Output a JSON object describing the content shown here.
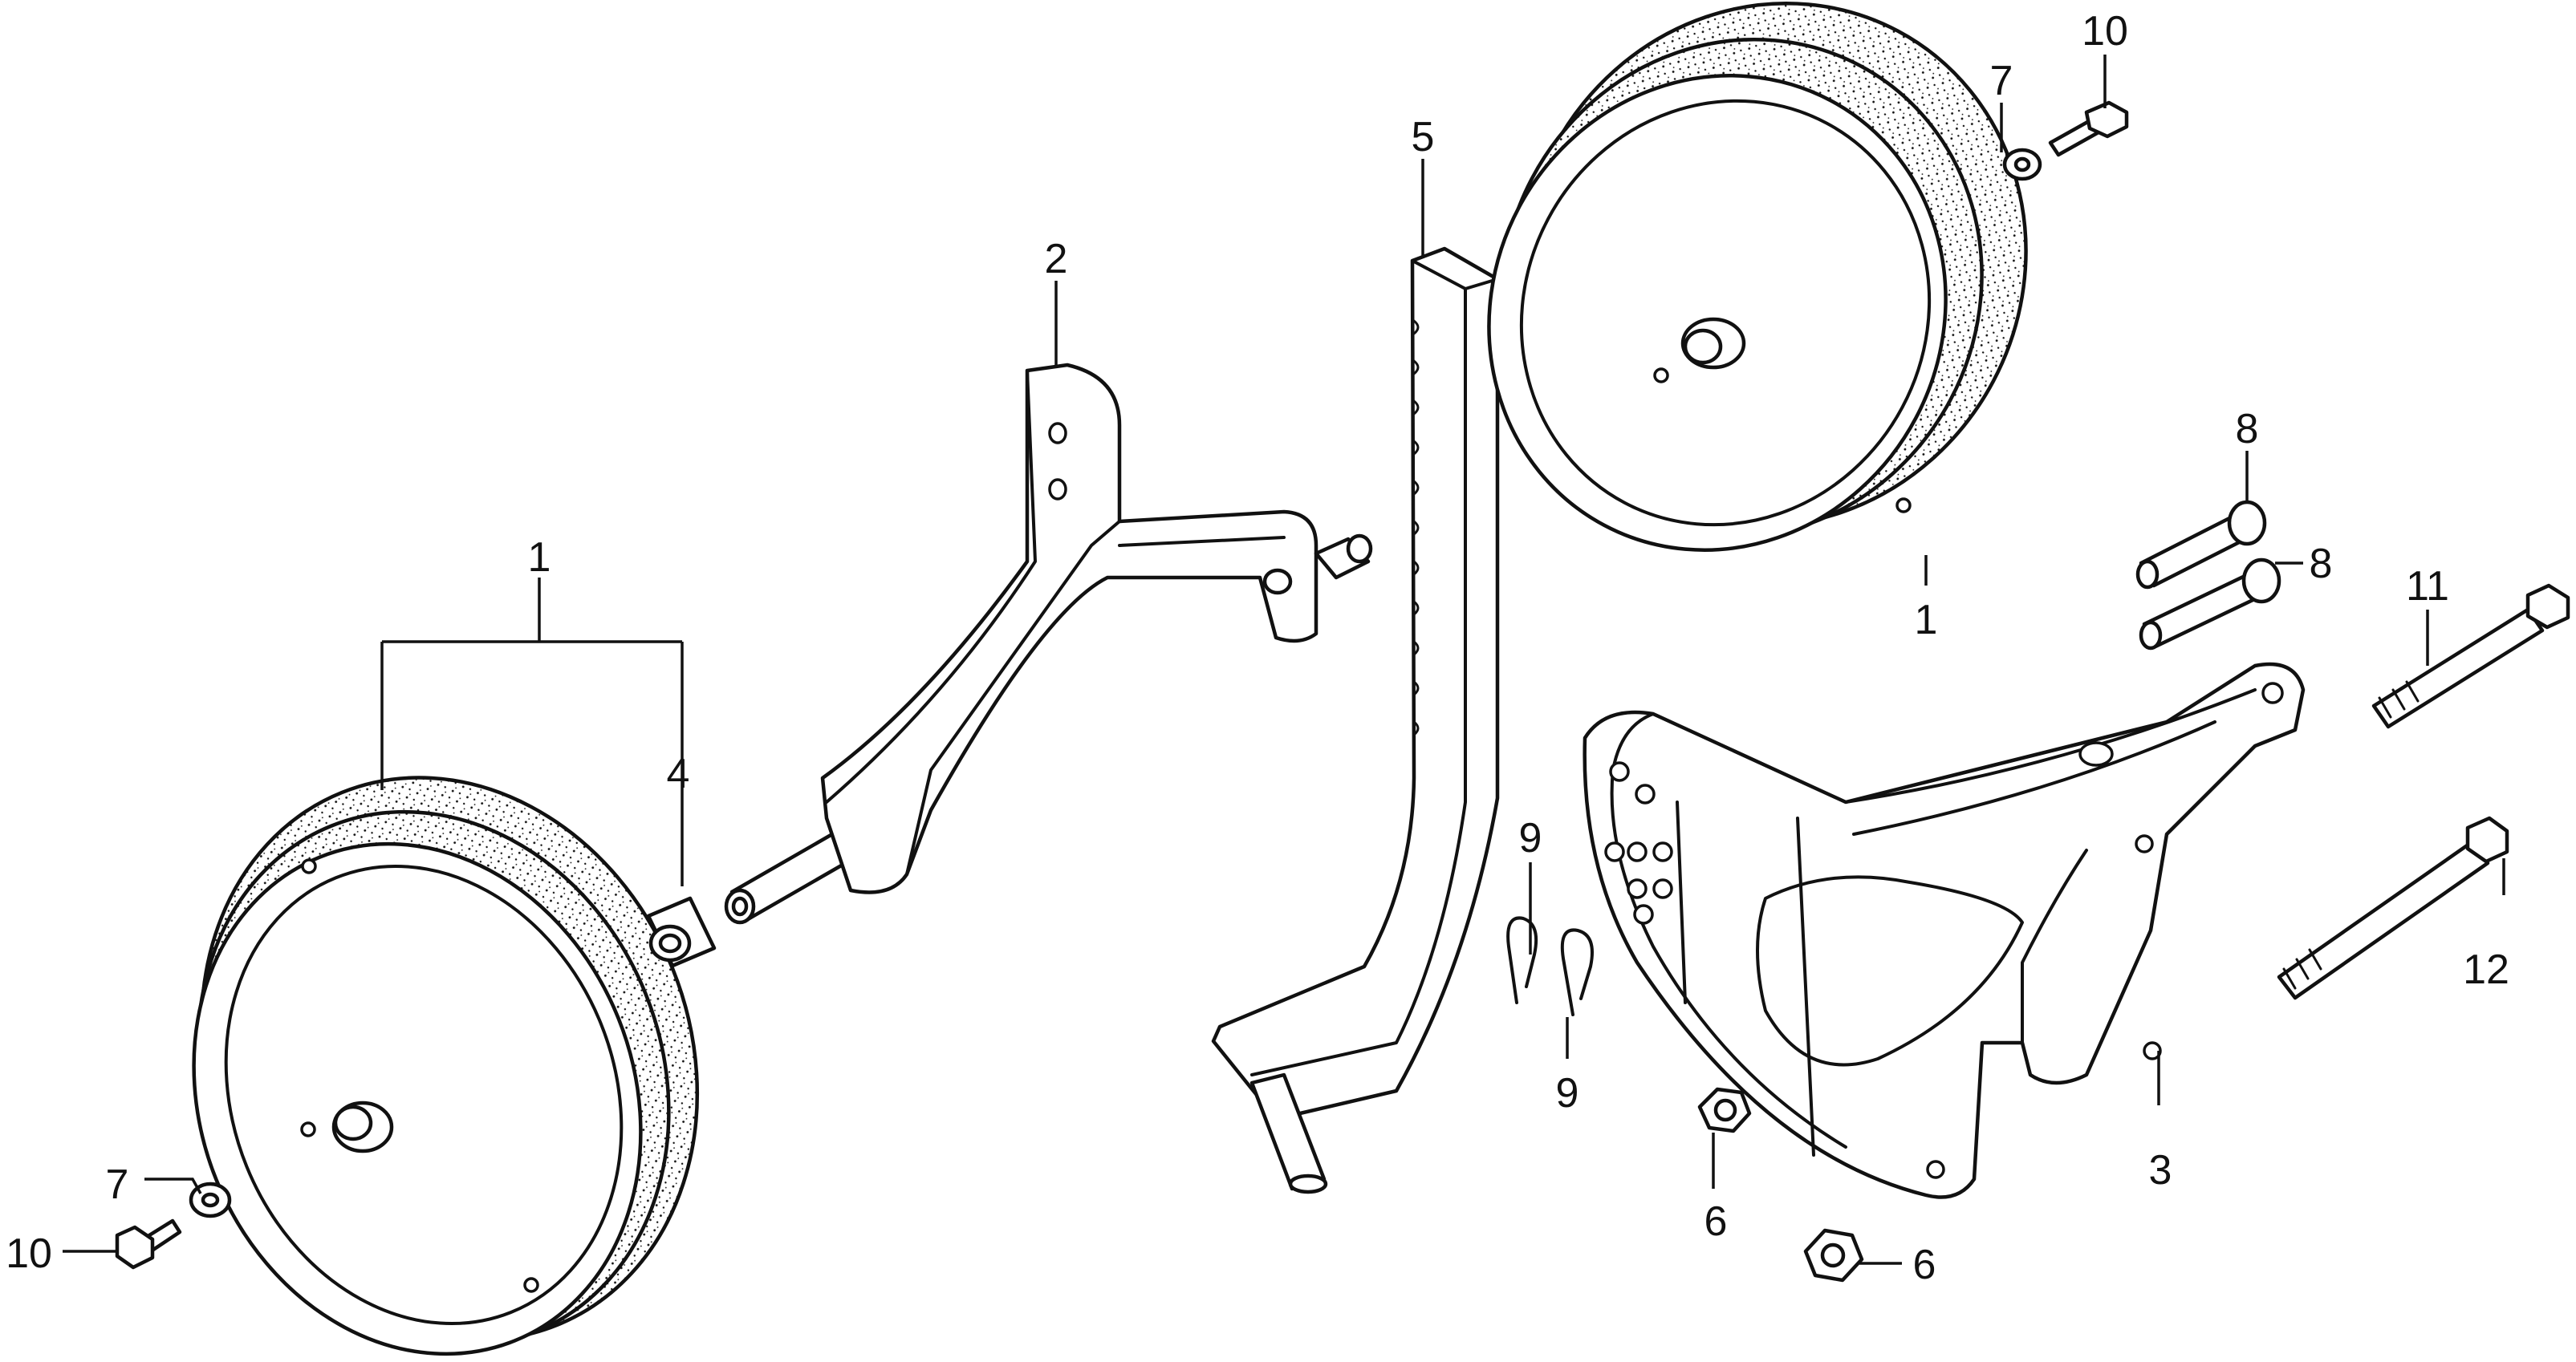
{
  "callouts": [
    {
      "id": "c1-left",
      "text": "1"
    },
    {
      "id": "c4",
      "text": "4"
    },
    {
      "id": "c2",
      "text": "2"
    },
    {
      "id": "c5",
      "text": "5"
    },
    {
      "id": "c7-top",
      "text": "7"
    },
    {
      "id": "c10-top",
      "text": "10"
    },
    {
      "id": "c1-right",
      "text": "1"
    },
    {
      "id": "c8-top",
      "text": "8"
    },
    {
      "id": "c8-bottom",
      "text": "8"
    },
    {
      "id": "c11",
      "text": "11"
    },
    {
      "id": "c12",
      "text": "12"
    },
    {
      "id": "c9-top",
      "text": "9"
    },
    {
      "id": "c9-bottom",
      "text": "9"
    },
    {
      "id": "c3",
      "text": "3"
    },
    {
      "id": "c6-top",
      "text": "6"
    },
    {
      "id": "c6-bottom",
      "text": "6"
    },
    {
      "id": "c7-bottom",
      "text": "7"
    },
    {
      "id": "c10-bottom",
      "text": "10"
    }
  ],
  "colors": {
    "ink": "#111111",
    "paper": "#ffffff"
  }
}
